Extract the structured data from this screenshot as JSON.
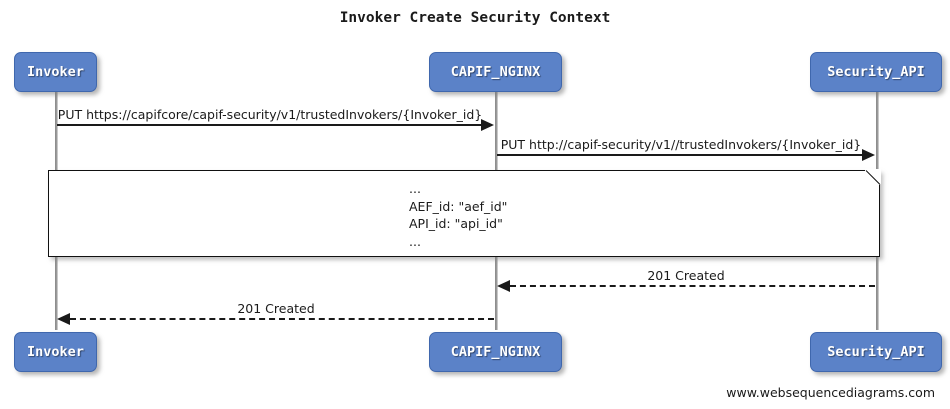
{
  "diagram": {
    "title": "Invoker Create Security Context",
    "footer": "www.websequencediagrams.com",
    "colors": {
      "actor_fill": "#5b82c8",
      "actor_border": "#3f67ad",
      "actor_text": "#ffffff",
      "lifeline": "#9a9a9a",
      "arrow": "#1a1a1a",
      "note_fill": "#ffffff",
      "note_border": "#111111",
      "background": "#ffffff"
    },
    "participants": [
      {
        "name": "Invoker",
        "label": "Invoker"
      },
      {
        "name": "CAPIF_NGINX",
        "label": "CAPIF_NGINX"
      },
      {
        "name": "Security_API",
        "label": "Security_API"
      }
    ],
    "messages": [
      {
        "label": "PUT https://capifcore/capif-security/v1/trustedInvokers/{Invoker_id}",
        "from": "Invoker",
        "to": "CAPIF_NGINX",
        "style": "solid",
        "direction": "right"
      },
      {
        "label": "PUT http://capif-security/v1//trustedInvokers/{Invoker_id}",
        "from": "CAPIF_NGINX",
        "to": "Security_API",
        "style": "solid",
        "direction": "right"
      },
      {
        "label": "201 Created",
        "from": "Security_API",
        "to": "CAPIF_NGINX",
        "style": "dashed",
        "direction": "left"
      },
      {
        "label": "201 Created",
        "from": "CAPIF_NGINX",
        "to": "Invoker",
        "style": "dashed",
        "direction": "left"
      }
    ],
    "note": {
      "lines": [
        "...",
        "AEF_id: \"aef_id\"",
        "API_id: \"api_id\"",
        "..."
      ],
      "text": "...\nAEF_id: \"aef_id\"\nAPI_id: \"api_id\"\n..."
    }
  }
}
